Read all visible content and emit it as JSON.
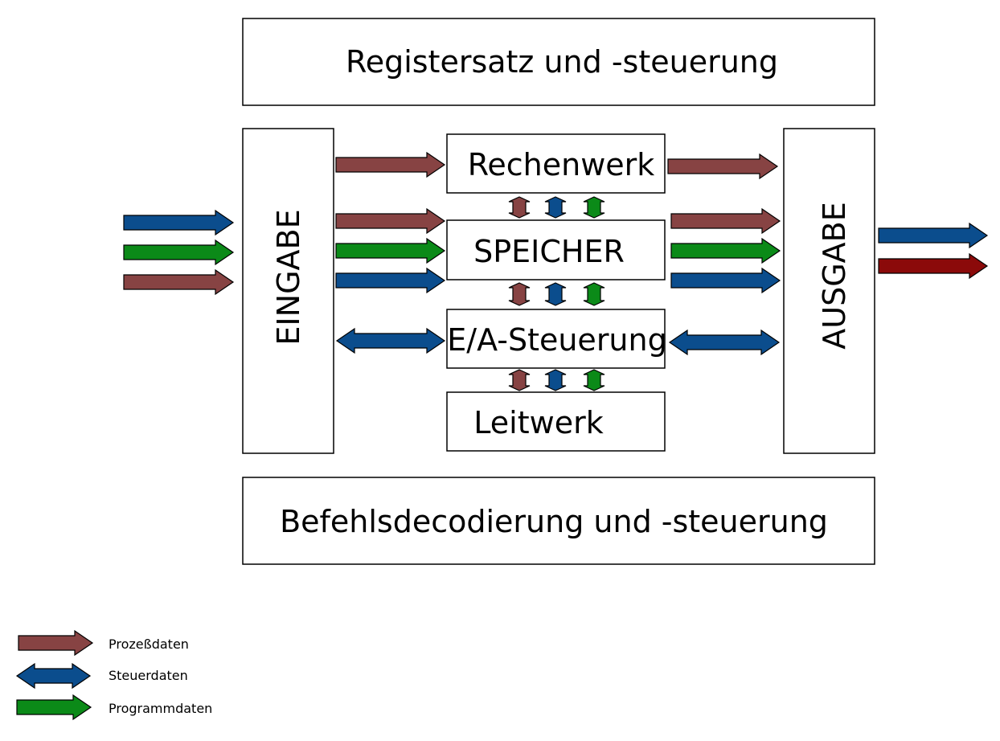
{
  "blocks": {
    "registersatz": "Registersatz und -steuerung",
    "eingabe": "EINGABE",
    "rechenwerk": "Rechenwerk",
    "speicher": "SPEICHER",
    "ea_steuerung": "E/A-Steuerung",
    "leitwerk": "Leitwerk",
    "ausgabe": "AUSGABE",
    "befehlsdecodierung": "Befehlsdecodierung und -steuerung"
  },
  "colors": {
    "prozessdaten": "#874343",
    "steuerdaten": "#0b4d8d",
    "programmdaten": "#0b8a18",
    "ausgabe_rot": "#8b0a0a"
  },
  "legend": {
    "prozessdaten": "Prozeßdaten",
    "steuerdaten": "Steuerdaten",
    "programmdaten": "Programmdaten"
  }
}
